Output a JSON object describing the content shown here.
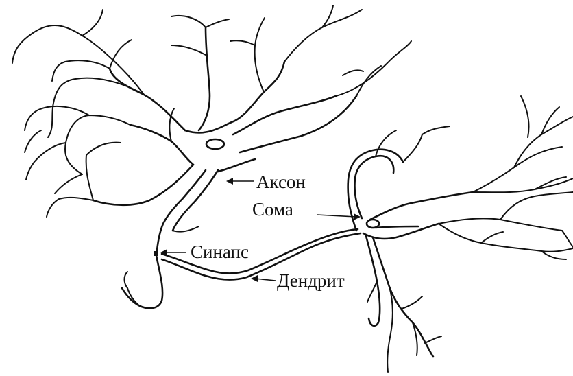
{
  "labels": {
    "axon": "Аксон",
    "soma": "Сома",
    "synapse": "Синапс",
    "dendrite": "Дендрит"
  },
  "colors": {
    "ink": "#111111",
    "background": "#ffffff"
  }
}
